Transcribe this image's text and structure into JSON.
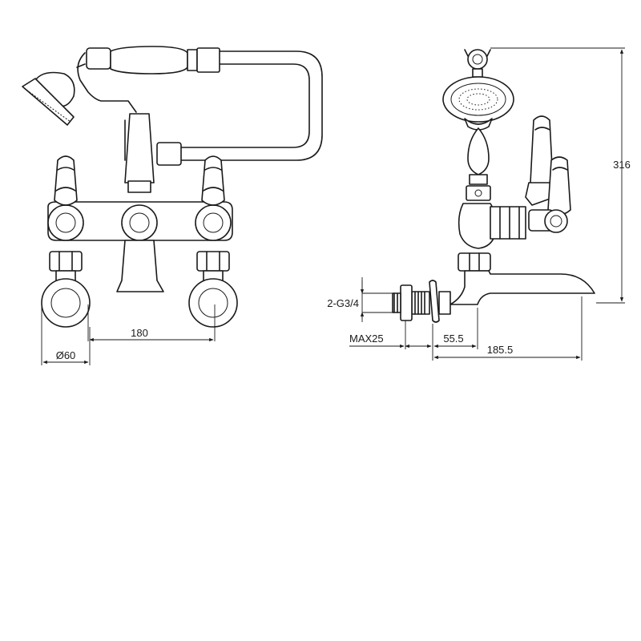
{
  "drawing": {
    "front_view": {
      "spacing_label": "180",
      "flange_diameter_label": "Ø60"
    },
    "side_view": {
      "height_label": "316",
      "inlet_thread_label": "2-G3/4",
      "max_label": "MAX25",
      "offset_label": "55.5",
      "projection_label": "185.5"
    },
    "line_color": "#1a1a1a",
    "background_color": "#ffffff"
  }
}
